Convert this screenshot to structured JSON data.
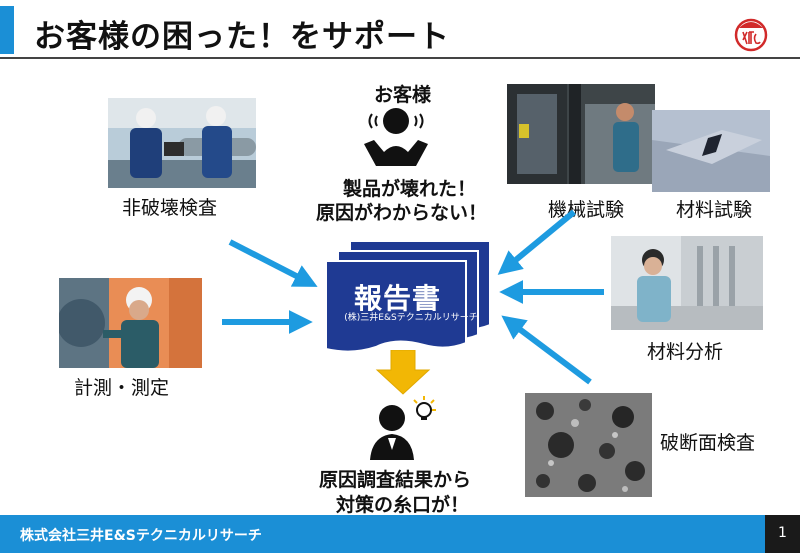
{
  "slide": {
    "title": "お客様の困った！をサポート",
    "page_number": "1"
  },
  "footer": {
    "company": "株式会社三井E&Sテクニカルリサーチ"
  },
  "customer": {
    "label": "お客様",
    "problem_line1": "製品が壊れた！",
    "problem_line2": "原因がわからない！"
  },
  "report": {
    "title": "報告書",
    "company": "(株)三井E&Sテクニカルリサーチ"
  },
  "result": {
    "line1": "原因調査結果から",
    "line2": "対策の糸口が！"
  },
  "services": {
    "ndt": "非破壊検査",
    "measurement": "計測・測定",
    "mechanical_test": "機械試験",
    "material_test": "材料試験",
    "material_analysis": "材料分析",
    "fractography": "破断面検査"
  },
  "colors": {
    "accent_blue": "#1b8fd6",
    "arrow_blue": "#1e9be0",
    "report_navy": "#1f3a93",
    "result_arrow": "#f2b705"
  }
}
